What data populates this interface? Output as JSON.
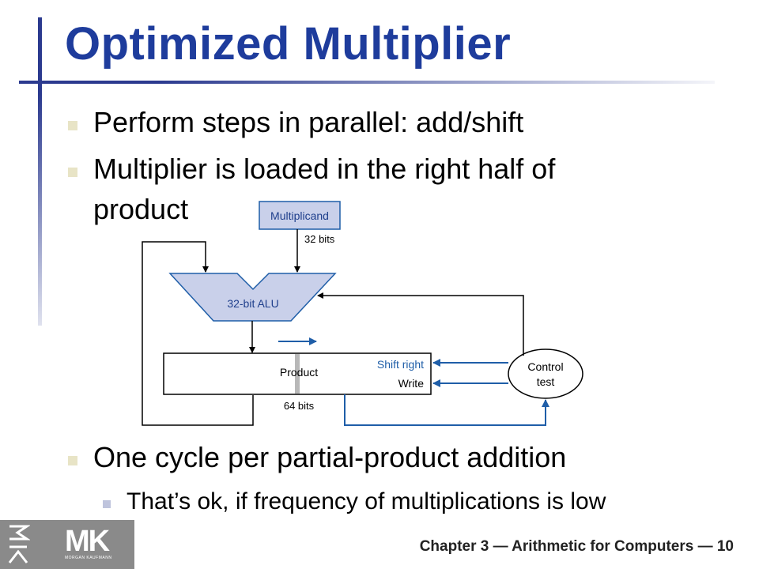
{
  "slide": {
    "title": "Optimized Multiplier",
    "bullets": [
      "Perform steps in parallel: add/shift",
      "Multiplier is loaded in the right half of",
      "product",
      "One cycle per partial-product addition"
    ],
    "sub_bullets": [
      "That’s ok, if frequency of multiplications is low"
    ],
    "footer": "Chapter 3 — Arithmetic for Computers — 10",
    "logo": {
      "letters": "MK",
      "small_text": "MORGAN KAUFMANN"
    }
  },
  "diagram": {
    "multiplicand_label": "Multiplicand",
    "multiplicand_bits": "32 bits",
    "alu_label": "32-bit ALU",
    "product_label": "Product",
    "product_bits": "64 bits",
    "shift_right_label": "Shift right",
    "write_label": "Write",
    "control_label_1": "Control",
    "control_label_2": "test",
    "colors": {
      "box_fill": "#c9d0ea",
      "control_blue": "#1f5ea8",
      "line": "#000000"
    }
  }
}
